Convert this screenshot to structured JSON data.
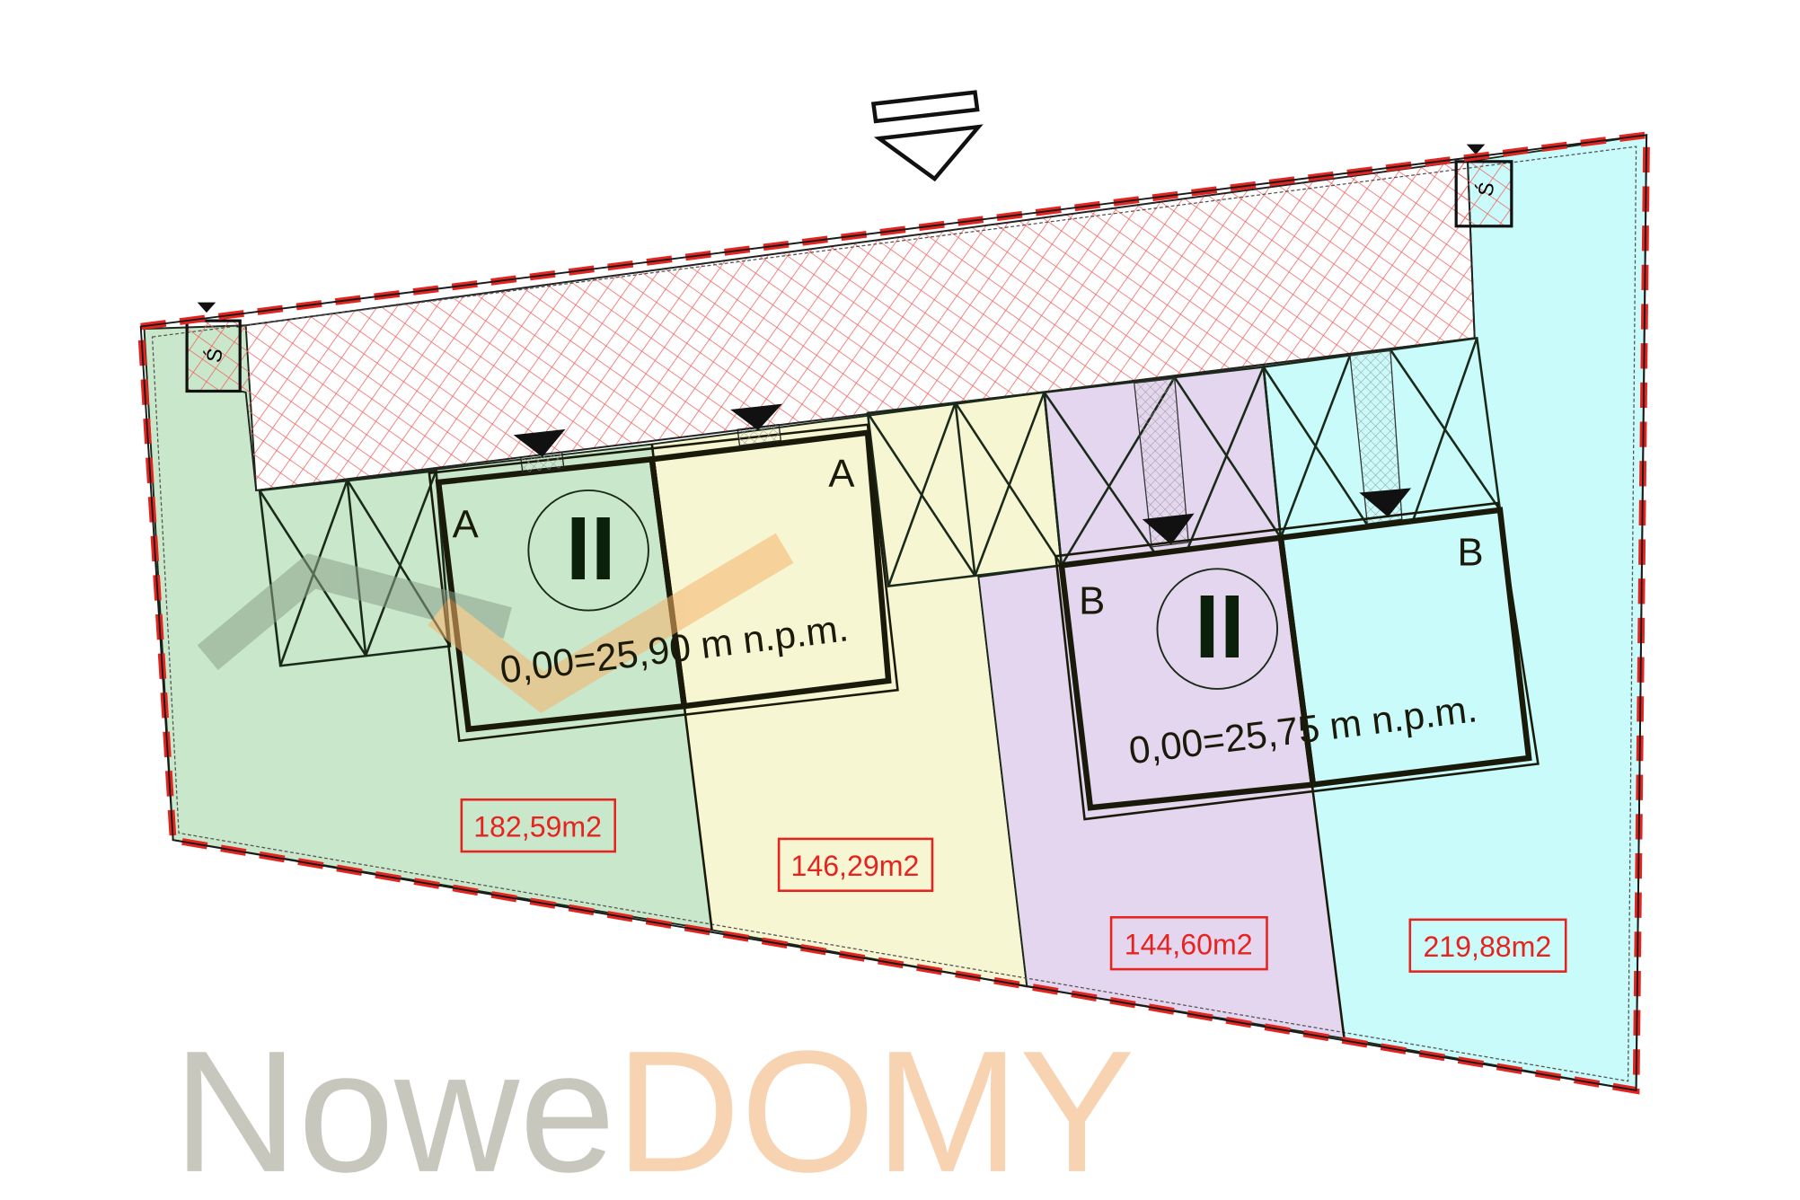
{
  "plan": {
    "units": [
      {
        "letter": "A",
        "area": "182,59m2",
        "color": "#c9e8cb"
      },
      {
        "letter": "A",
        "area": "146,29m2",
        "color": "#f7f6d3"
      },
      {
        "letter": "B",
        "area": "144,60m2",
        "color": "#e5d6ef"
      },
      {
        "letter": "B",
        "area": "219,88m2",
        "color": "#c9fbfb"
      }
    ],
    "building_a": {
      "storeys": "II",
      "elevation": "0,00=25,90 m n.p.m."
    },
    "building_b": {
      "storeys": "II",
      "elevation": "0,00=25,75 m n.p.m."
    },
    "waste_marker": "Ś",
    "boundary_color": "#e52420",
    "hatch_color": "#f26060"
  },
  "watermark": {
    "part1": "Nowe",
    "part2": "DOMY"
  }
}
